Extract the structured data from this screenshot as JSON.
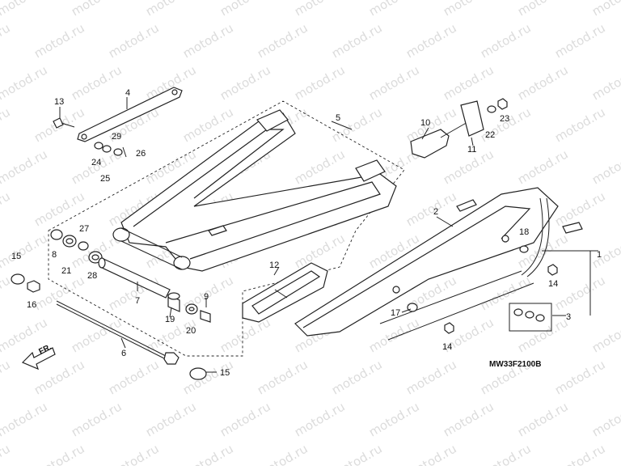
{
  "watermark": {
    "text": "motod.ru"
  },
  "diagram_code": "MW33F2100B",
  "direction_label": "FR.",
  "callouts": [
    "1",
    "2",
    "3",
    "4",
    "5",
    "6",
    "7",
    "8",
    "9",
    "10",
    "11",
    "12",
    "13",
    "14",
    "14",
    "15",
    "15",
    "16",
    "17",
    "18",
    "19",
    "20",
    "21",
    "22",
    "23",
    "24",
    "25",
    "26",
    "27",
    "28",
    "29"
  ],
  "colors": {
    "line": "#222222",
    "watermark": "#dcdcdc",
    "background": "#ffffff"
  }
}
